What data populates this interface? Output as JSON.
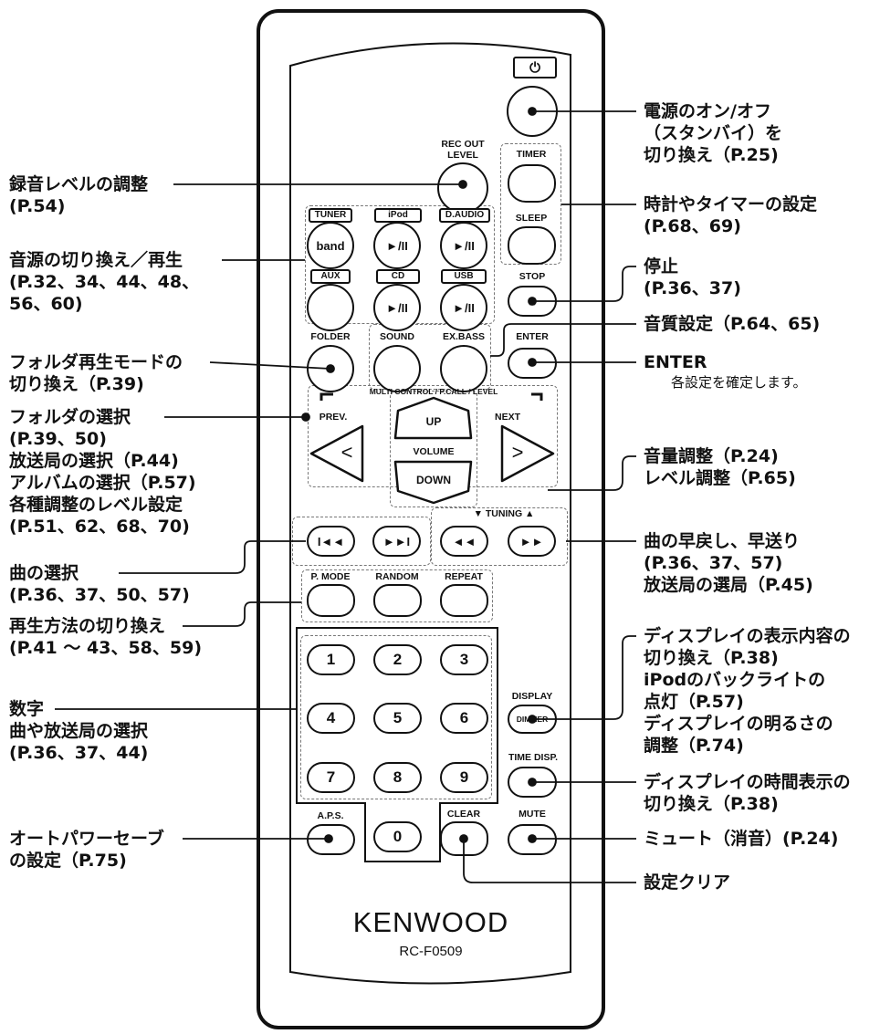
{
  "remote": {
    "brand": "KENWOOD",
    "model": "RC-F0509",
    "labels": {
      "rec_out_level": "REC OUT LEVEL",
      "timer": "TIMER",
      "sleep": "SLEEP",
      "stop": "STOP",
      "folder": "FOLDER",
      "sound": "SOUND",
      "ex_bass": "EX.BASS",
      "enter": "ENTER",
      "multi_control": "MULTI CONTROL / P.CALL / LEVEL",
      "prev": "PREV.",
      "next": "NEXT",
      "volume": "VOLUME",
      "tuning": "▼ TUNING ▲",
      "p_mode": "P. MODE",
      "random": "RANDOM",
      "repeat": "REPEAT",
      "display": "DISPLAY",
      "time_disp": "TIME DISP.",
      "aps": "A.P.S.",
      "clear": "CLEAR",
      "mute": "MUTE"
    },
    "source_tags": {
      "tuner": "TUNER",
      "ipod": "iPod",
      "d_audio": "D.AUDIO",
      "aux": "AUX",
      "cd": "CD",
      "usb": "USB"
    },
    "buttons": {
      "power": "⏻",
      "band": "band",
      "play_pause": "►/II",
      "stop": "■",
      "up": "UP",
      "down": "DOWN",
      "prev": "<",
      "next": ">",
      "skip_back": "I◄◄",
      "skip_fwd": "►►I",
      "rewind": "◄◄",
      "ffwd": "►►",
      "dimmer": "DIMMER",
      "digits": [
        "1",
        "2",
        "3",
        "4",
        "5",
        "6",
        "7",
        "8",
        "9",
        "0"
      ]
    }
  },
  "callouts_left": {
    "rec_level": [
      "録音レベルの調整",
      "(P.54)"
    ],
    "source": [
      "音源の切り換え／再生",
      "(P.32、34、44、48、",
      "56、60)"
    ],
    "folder_mode": [
      "フォルダ再生モードの",
      "切り換え（P.39)"
    ],
    "selection": [
      "フォルダの選択",
      "(P.39、50)",
      "放送局の選択（P.44)",
      "アルバムの選択（P.57)",
      "各種調整のレベル設定",
      "(P.51、62、68、70)"
    ],
    "track": [
      "曲の選択",
      "(P.36、37、50、57)"
    ],
    "play_mode": [
      "再生方法の切り換え",
      "(P.41 ～ 43、58、59)"
    ],
    "numbers": [
      "数字",
      "曲や放送局の選択",
      "(P.36、37、44)"
    ],
    "aps": [
      "オートパワーセーブ",
      "の設定（P.75)"
    ]
  },
  "callouts_right": {
    "power": [
      "電源のオン/オフ",
      "（スタンバイ）を",
      "切り換え（P.25)"
    ],
    "timer": [
      "時計やタイマーの設定",
      "(P.68、69)"
    ],
    "stop": [
      "停止",
      "(P.36、37)"
    ],
    "sound": [
      "音質設定（P.64、65)"
    ],
    "enter": [
      "ENTER"
    ],
    "enter_sub": "各設定を確定します。",
    "volume": [
      "音量調整（P.24)",
      "レベル調整（P.65)"
    ],
    "seek": [
      "曲の早戻し、早送り",
      "(P.36、37、57)",
      "放送局の選局（P.45)"
    ],
    "display": [
      "ディスプレイの表示内容の",
      "切り換え（P.38)",
      "iPodのバックライトの",
      "点灯（P.57)",
      "ディスプレイの明るさの",
      "調整（P.74)"
    ],
    "time_disp": [
      "ディスプレイの時間表示の",
      "切り換え（P.38)"
    ],
    "mute": [
      "ミュート（消音）(P.24)"
    ],
    "clear": [
      "設定クリア"
    ]
  }
}
